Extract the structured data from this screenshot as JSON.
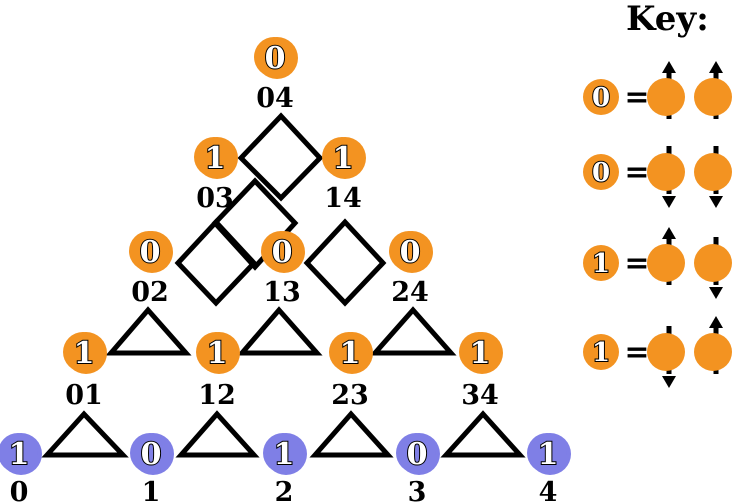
{
  "colors": {
    "spin": "#f39321",
    "site": "#7f7fe6",
    "stroke": "#000000",
    "digit_fill": "#ffffff"
  },
  "key": {
    "title": "Key:",
    "equals": "=",
    "rows": [
      {
        "value": "0",
        "style": "open",
        "spins": [
          "up",
          "up"
        ]
      },
      {
        "value": "0",
        "style": "filled",
        "spins": [
          "down",
          "down"
        ]
      },
      {
        "value": "1",
        "style": "filled",
        "spins": [
          "up",
          "down"
        ]
      },
      {
        "value": "1",
        "style": "open",
        "spins": [
          "down",
          "up"
        ]
      }
    ]
  },
  "sites": [
    {
      "label": "0",
      "value": "1"
    },
    {
      "label": "1",
      "value": "0"
    },
    {
      "label": "2",
      "value": "1"
    },
    {
      "label": "3",
      "value": "0"
    },
    {
      "label": "4",
      "value": "1"
    }
  ],
  "levels": [
    [
      {
        "label": "01",
        "value": "1"
      },
      {
        "label": "12",
        "value": "1"
      },
      {
        "label": "23",
        "value": "1"
      },
      {
        "label": "34",
        "value": "1"
      }
    ],
    [
      {
        "label": "02",
        "value": "0"
      },
      {
        "label": "13",
        "value": "0"
      },
      {
        "label": "24",
        "value": "0"
      }
    ],
    [
      {
        "label": "03",
        "value": "1"
      },
      {
        "label": "14",
        "value": "1"
      }
    ],
    [
      {
        "label": "04",
        "value": "0"
      }
    ]
  ]
}
